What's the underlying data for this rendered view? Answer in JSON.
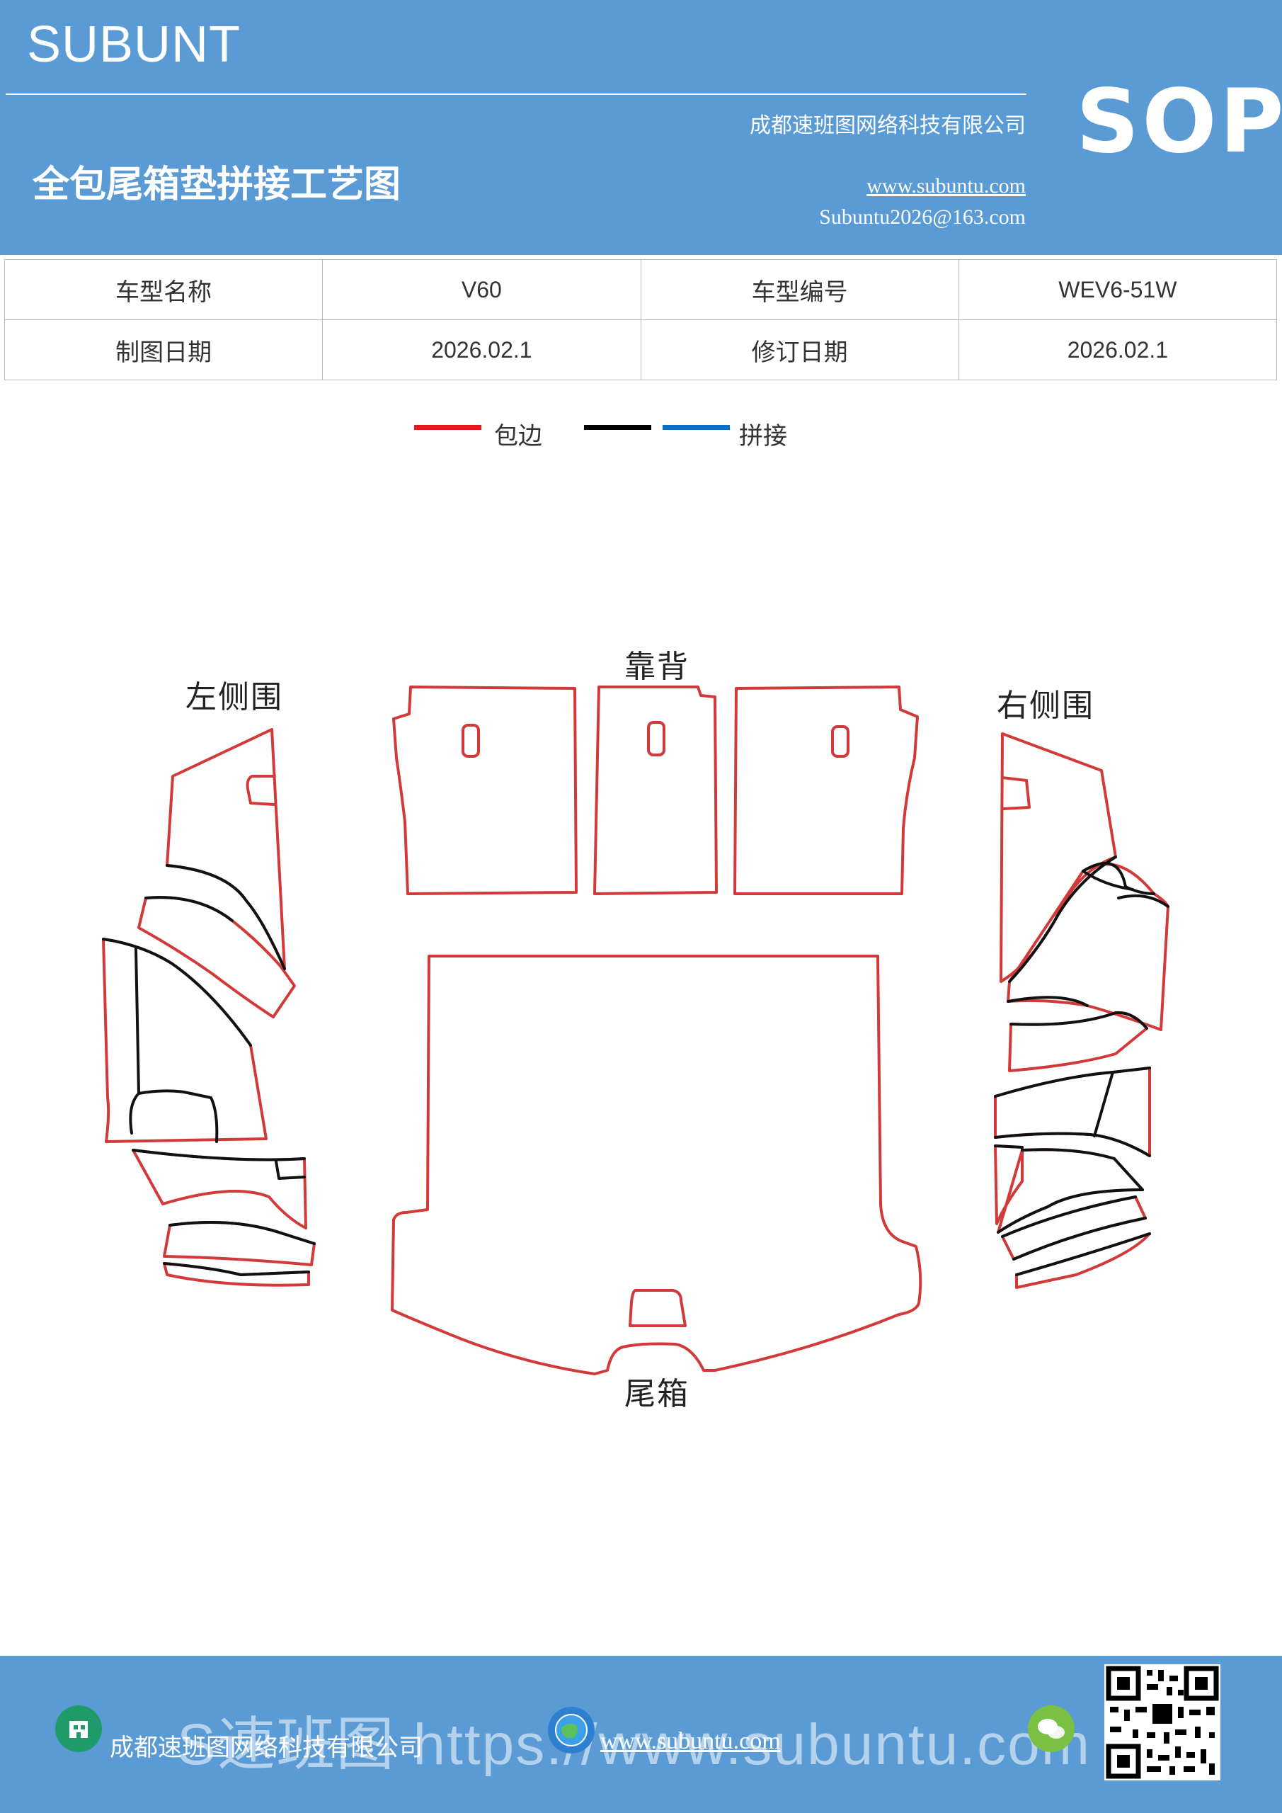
{
  "header": {
    "brand": "SUBUNT",
    "company": "成都速班图网络科技有限公司",
    "title": "全包尾箱垫拼接工艺图",
    "website": "www.subuntu.com",
    "email": "Subuntu2026@163.com",
    "badge": "SOP",
    "background_color": "#5b9bd5"
  },
  "info_table": {
    "rows": [
      {
        "label1": "车型名称",
        "value1": "V60",
        "label2": "车型编号",
        "value2": "WEV6-51W"
      },
      {
        "label1": "制图日期",
        "value1": "2026.02.1",
        "label2": "修订日期",
        "value2": "2026.02.1"
      }
    ]
  },
  "legend": {
    "items": [
      {
        "color": "#e8171b",
        "label": "包边"
      },
      {
        "color": "#000000",
        "label": ""
      },
      {
        "color": "#0a6fc2",
        "label": "拼接"
      }
    ]
  },
  "parts": {
    "backrest": "靠背",
    "left_side": "左侧围",
    "right_side": "右侧围",
    "trunk": "尾箱"
  },
  "colors": {
    "edge_red": "#d23a3a",
    "seam_black": "#111111"
  },
  "footer": {
    "company": "成都速班图网络科技有限公司",
    "website": "www.subuntu.com",
    "watermark": "S速班图 https://www.subuntu.com",
    "icons": [
      "building-icon",
      "globe-icon",
      "wechat-icon",
      "qr-code"
    ]
  }
}
